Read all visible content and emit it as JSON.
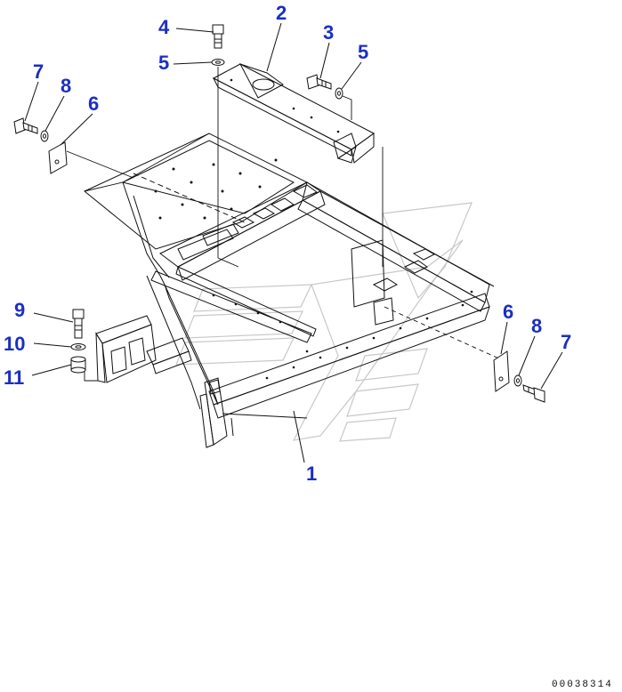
{
  "callouts": {
    "c1": "1",
    "c2": "2",
    "c3": "3",
    "c4": "4",
    "c5a": "5",
    "c5b": "5",
    "c6a": "6",
    "c6b": "6",
    "c7a": "7",
    "c7b": "7",
    "c8a": "8",
    "c8b": "8",
    "c9": "9",
    "c10": "10",
    "c11": "11"
  },
  "reference_number": "00038314",
  "colors": {
    "callout": "#1a2fc4",
    "linework": "#111111",
    "watermark": "#c8c8c8"
  }
}
